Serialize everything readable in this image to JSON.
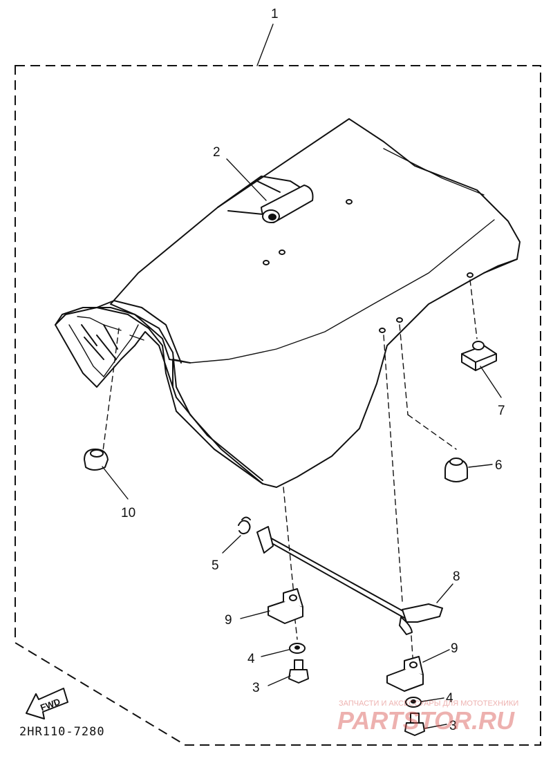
{
  "diagram": {
    "callouts": {
      "c1": "1",
      "c2": "2",
      "c3a": "3",
      "c3b": "3",
      "c4a": "4",
      "c4b": "4",
      "c5": "5",
      "c6": "6",
      "c7": "7",
      "c8": "8",
      "c9a": "9",
      "c9b": "9",
      "c10": "10"
    },
    "fwd_label": "FWD",
    "drawing_code": "2HR110-7280"
  },
  "watermark": {
    "line1": "ЗАПЧАСТИ И АКСЕССУАРЫ ДЛЯ МОТОТЕХНИКИ",
    "line2": "PARTSTOR.RU",
    "color": "#d9534f"
  }
}
